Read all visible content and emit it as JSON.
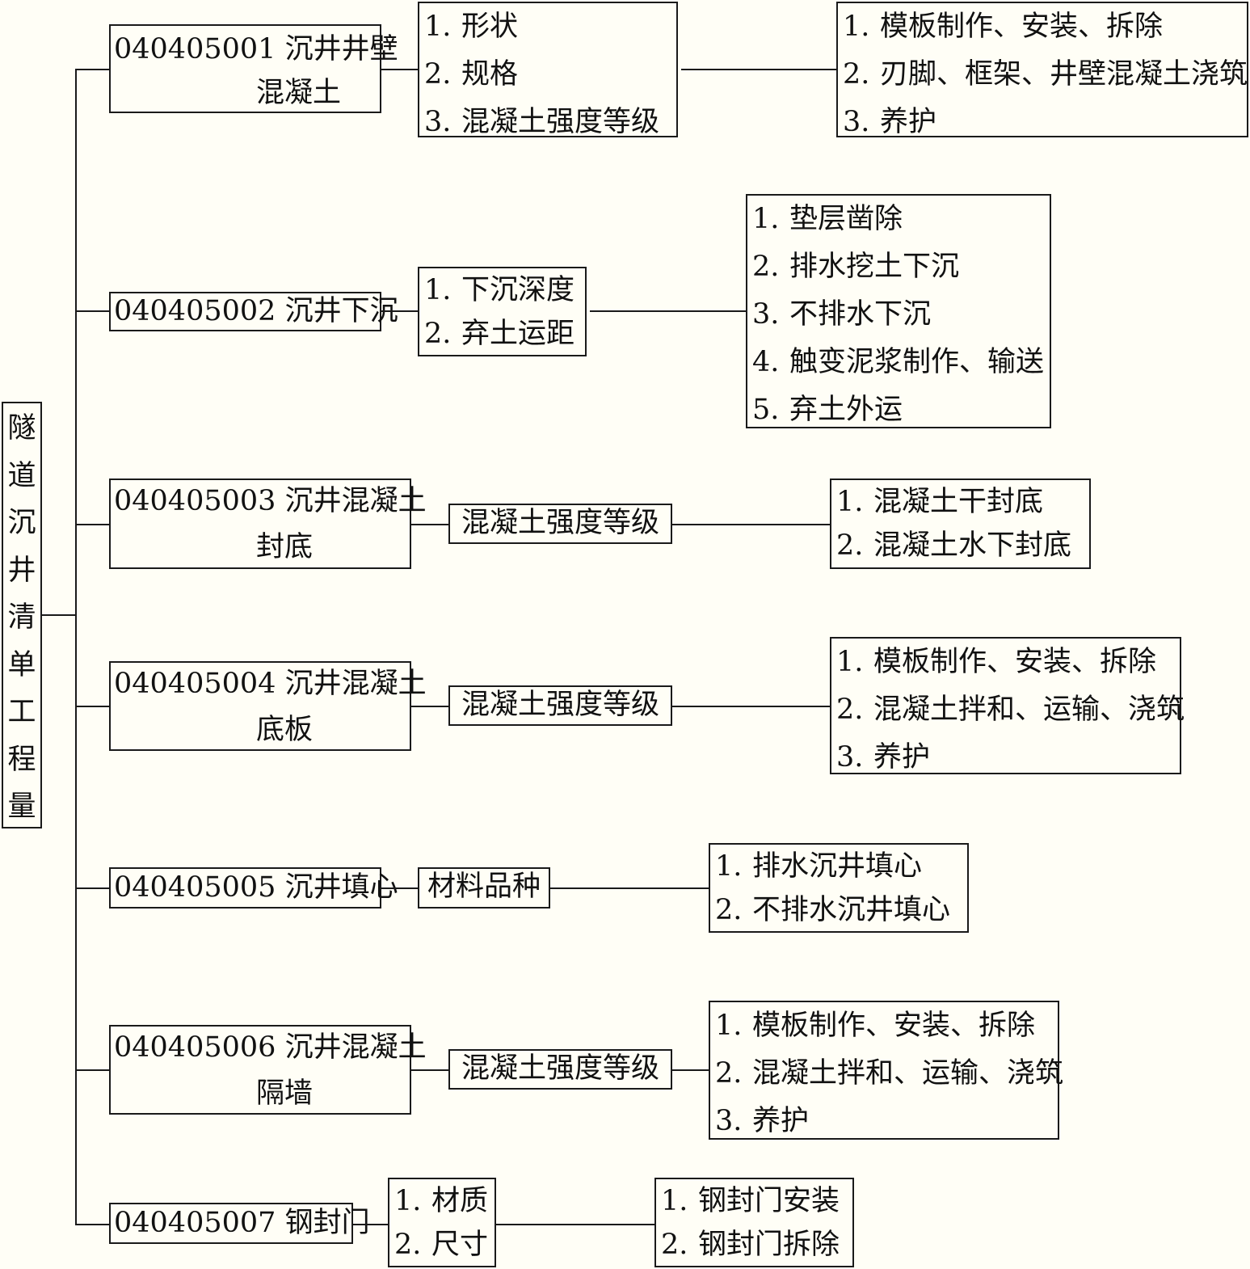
{
  "root": {
    "label": "隧道沉井清单工程量"
  },
  "items": [
    {
      "code": "040405001",
      "name": "沉井井壁",
      "name2": "混凝土",
      "features": [
        "形状",
        "规格",
        "混凝土强度等级"
      ],
      "works": [
        "模板制作、安装、拆除",
        "刃脚、框架、井壁混凝土浇筑",
        "养护"
      ]
    },
    {
      "code": "040405002",
      "name": "沉井下沉",
      "name2": "",
      "features": [
        "下沉深度",
        "弃土运距"
      ],
      "works": [
        "垫层凿除",
        "排水挖土下沉",
        "不排水下沉",
        "触变泥浆制作、输送",
        "弃土外运"
      ]
    },
    {
      "code": "040405003",
      "name": "沉井混凝土",
      "name2": "封底",
      "feature_single": "混凝土强度等级",
      "works": [
        "混凝土干封底",
        "混凝土水下封底"
      ]
    },
    {
      "code": "040405004",
      "name": "沉井混凝土",
      "name2": "底板",
      "feature_single": "混凝土强度等级",
      "works": [
        "模板制作、安装、拆除",
        "混凝土拌和、运输、浇筑",
        "养护"
      ]
    },
    {
      "code": "040405005",
      "name": "沉井填心",
      "name2": "",
      "feature_single": "材料品种",
      "works": [
        "排水沉井填心",
        "不排水沉井填心"
      ]
    },
    {
      "code": "040405006",
      "name": "沉井混凝土",
      "name2": "隔墙",
      "feature_single": "混凝土强度等级",
      "works": [
        "模板制作、安装、拆除",
        "混凝土拌和、运输、浇筑",
        "养护"
      ]
    },
    {
      "code": "040405007",
      "name": "钢封门",
      "name2": "",
      "features": [
        "材质",
        "尺寸"
      ],
      "works": [
        "钢封门安装",
        "钢封门拆除"
      ]
    }
  ]
}
